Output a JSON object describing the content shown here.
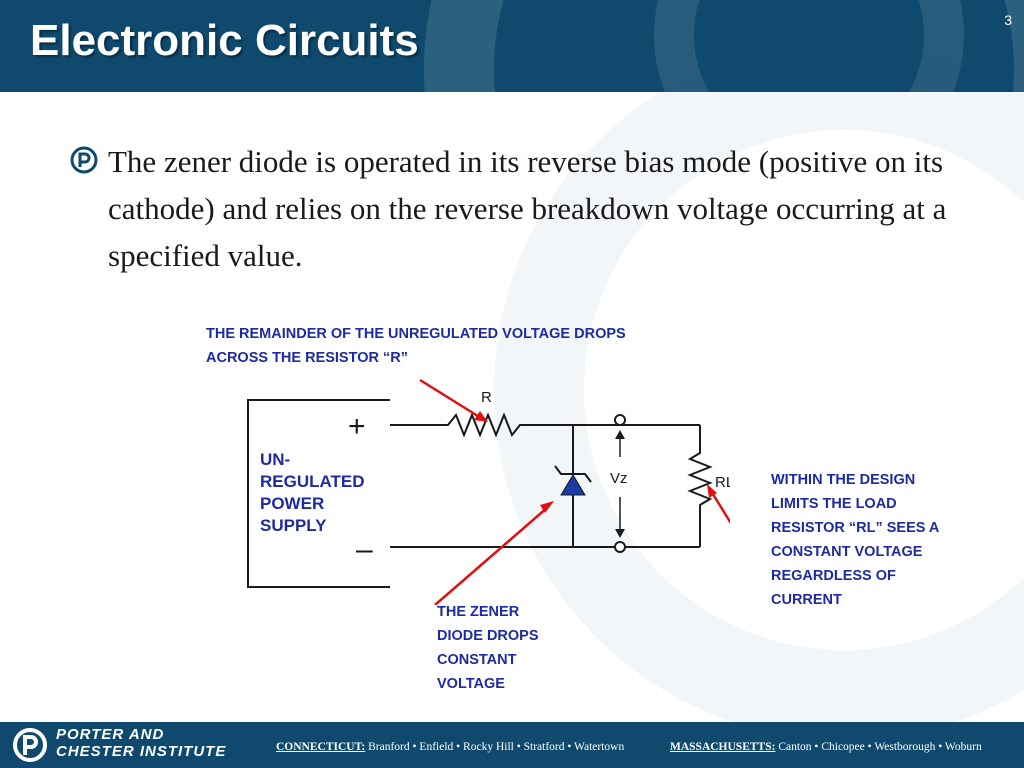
{
  "slide": {
    "title": "Electronic Circuits",
    "number": "3"
  },
  "bullet": {
    "text": "The zener diode is operated in its reverse bias mode (positive on its cathode) and relies on the reverse breakdown voltage occurring at a specified value."
  },
  "diagram": {
    "supply_lines": [
      "UN-",
      "REGULATED",
      "POWER",
      "SUPPLY"
    ],
    "plus_sign": "+",
    "minus_sign": "–",
    "resistor_label": "R",
    "vz_label": "Vz",
    "rl_label": "RL",
    "caption_resistor": [
      "THE REMAINDER OF THE UNREGULATED VOLTAGE DROPS",
      "ACROSS THE RESISTOR “R”"
    ],
    "caption_zener": [
      "THE ZENER",
      "DIODE DROPS",
      "CONSTANT",
      "VOLTAGE"
    ],
    "caption_load": [
      "WITHIN THE DESIGN",
      "LIMITS THE LOAD",
      "RESISTOR “RL” SEES A",
      "CONSTANT VOLTAGE",
      "REGARDLESS OF",
      "CURRENT"
    ]
  },
  "footer": {
    "brand_line1": "PORTER AND",
    "brand_line2": "CHESTER INSTITUTE",
    "ct_state": "CONNECTICUT:",
    "ct_towns": "Branford • Enfield • Rocky Hill • Stratford • Watertown",
    "ma_state": "MASSACHUSETTS:",
    "ma_towns": "Canton • Chicopee • Westborough • Woburn"
  },
  "colors": {
    "header_blue": "#0f4a6e",
    "caption_blue": "#1e2ba0",
    "arrow_red": "#e01010",
    "zener_blue": "#1a3aa8"
  }
}
